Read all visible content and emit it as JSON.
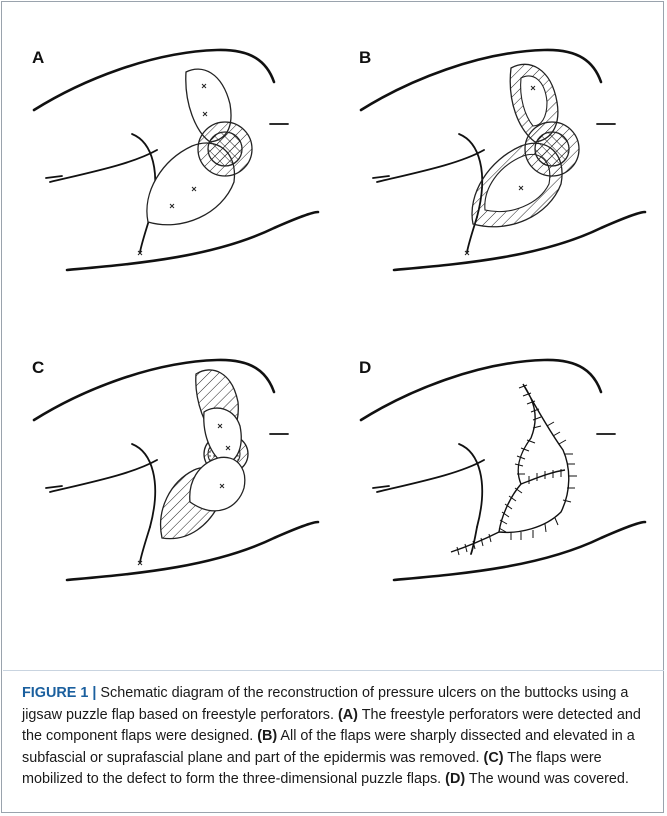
{
  "panels": [
    {
      "label": "A"
    },
    {
      "label": "B"
    },
    {
      "label": "C"
    },
    {
      "label": "D"
    }
  ],
  "caption": {
    "figure_label": "FIGURE 1 |",
    "intro": "Schematic diagram of the reconstruction of pressure ulcers on the buttocks using a jigsaw puzzle flap based on freestyle perforators.",
    "items": [
      {
        "tag": "(A)",
        "text": "The freestyle perforators were detected and the component flaps were designed."
      },
      {
        "tag": "(B)",
        "text": "All of the flaps were sharply dissected and elevated in a subfascial or suprafascial plane and part of the epidermis was removed."
      },
      {
        "tag": "(C)",
        "text": "The flaps were mobilized to the defect to form the three-dimensional puzzle flaps."
      },
      {
        "tag": "(D)",
        "text": "The wound was covered."
      }
    ]
  }
}
